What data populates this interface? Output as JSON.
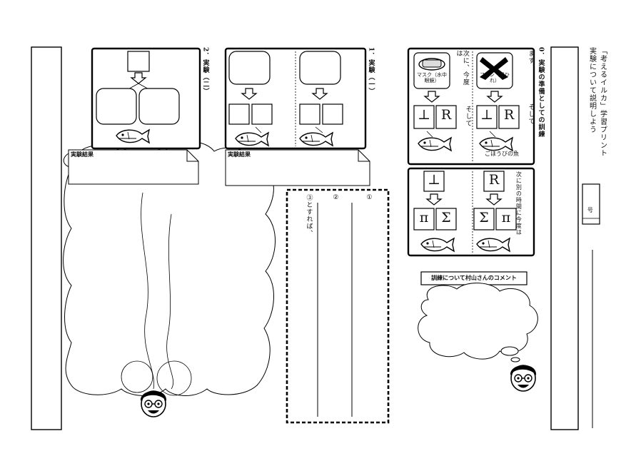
{
  "title": {
    "line1": "「考えるイルカ」学習プリント",
    "line2": "実験について説明しよう"
  },
  "number_box": {
    "label": "号"
  },
  "section0": {
    "heading": "0．実験の準備としての訓練",
    "intro": "まず、",
    "then1": "そして",
    "next1": "次に、今度は",
    "then2": "そして",
    "fish_note": "ごほうびの魚",
    "next2": "次に別の時間に今度は",
    "mask_label": "マスク（水中眼鏡）",
    "fin_label": "フィン（足ひれ）",
    "symbols": {
      "perp": "⊥",
      "r": "R",
      "pi": "π",
      "sigma": "Σ"
    }
  },
  "comment": {
    "label": "訓練について村山さんのコメント"
  },
  "exp1": {
    "heading": "1．実験（一）",
    "result_label": "実験結果"
  },
  "exp2": {
    "heading": "2．実験（二）",
    "result_label": "実験結果"
  },
  "summary": {
    "col1": "①",
    "col2": "②",
    "col3": "③とすれば、"
  }
}
